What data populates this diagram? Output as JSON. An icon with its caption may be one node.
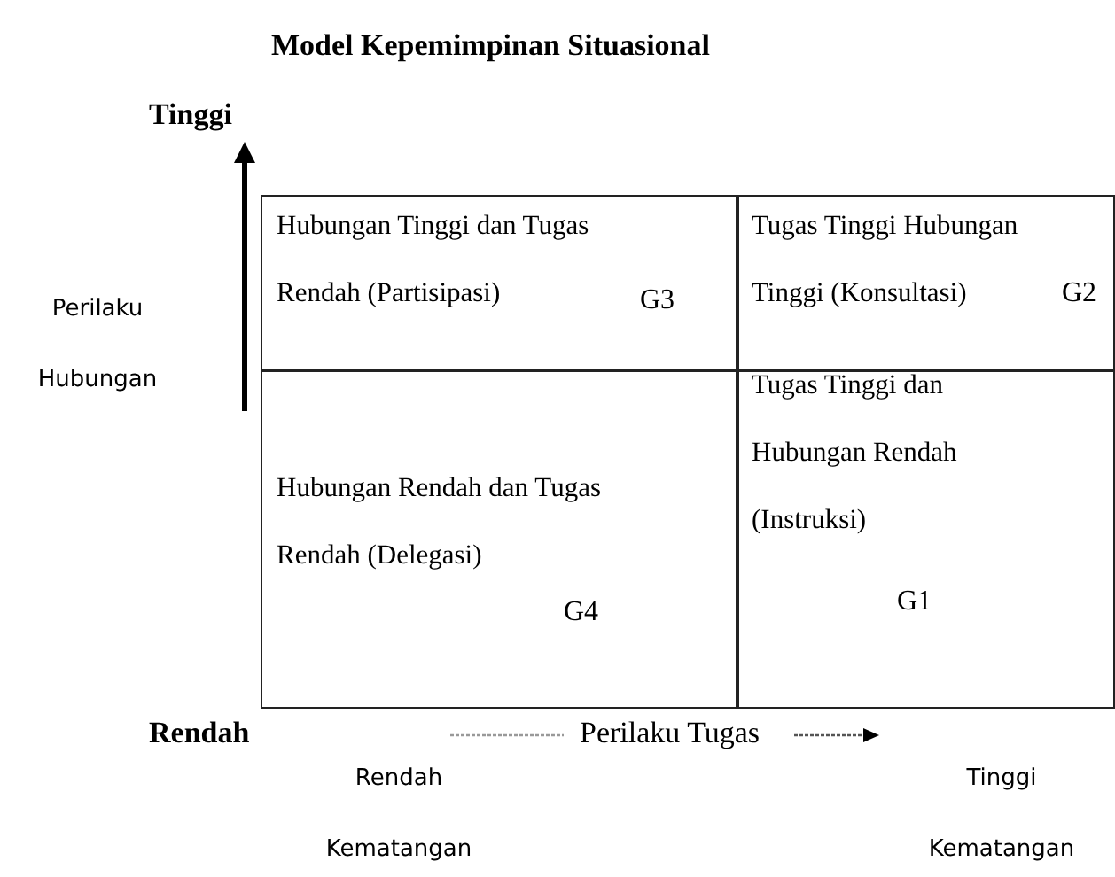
{
  "diagram": {
    "title": "Model Kepemimpinan Situasional",
    "nodes": [
      {
        "text": [
          "Hubungan Tinggi dan Tugas Rendah (Partisipasi)",
          "G3"
        ]
      },
      {
        "text": [
          "Tugas Tinggi Hubungan Tinggi (Konsultasi)",
          "G2"
        ]
      },
      {
        "text": [
          "Hubungan Rendah dan Tugas Rendah (Delegasi)",
          "G4"
        ]
      },
      {
        "text": [
          "Tugas Tinggi dan Hubungan Rendah (Instruksi)",
          "G1"
        ]
      }
    ],
    "labels": [
      "Tinggi",
      "Perilaku Hubungan",
      "Rendah",
      "Perilaku Tugas",
      "Rendah Kematangan",
      "Tinggi Kematangan"
    ]
  }
}
